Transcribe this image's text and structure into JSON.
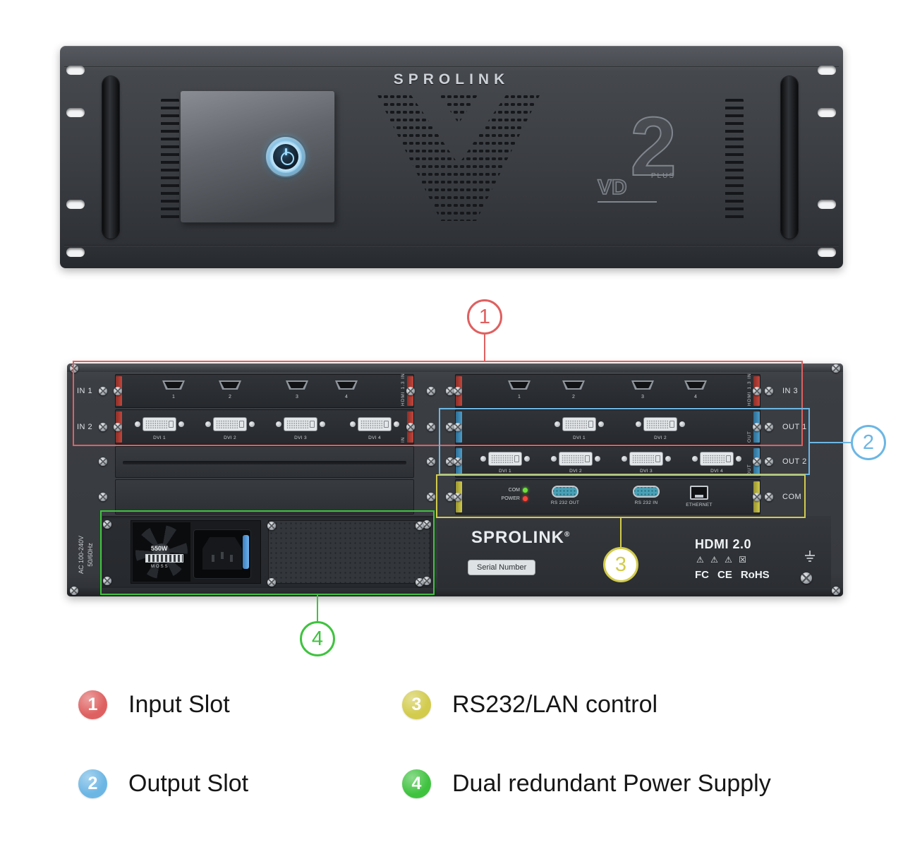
{
  "front_panel": {
    "brand": "SPROLINK",
    "logo": {
      "number": "2",
      "vd": "VD",
      "plus": "PLUS"
    }
  },
  "rear_panel": {
    "rail_labels": {
      "in1": "IN 1",
      "in2": "IN 2",
      "in3": "IN 3",
      "out1": "OUT 1",
      "out2": "OUT 2",
      "com": "COM"
    },
    "hdmi_card_left": {
      "ports": [
        "1",
        "2",
        "3",
        "4"
      ],
      "vertical_label": "HDMI 1.3 IN"
    },
    "hdmi_card_right": {
      "ports": [
        "1",
        "2",
        "3",
        "4"
      ],
      "vertical_label": "HDMI 1.3 IN"
    },
    "dvi_in_card": {
      "ports": [
        "DVI 1",
        "DVI 2",
        "DVI 3",
        "DVI 4"
      ],
      "vertical_label": "IN"
    },
    "dvi_out_card_2": {
      "ports": [
        "DVI 1",
        "DVI 2"
      ],
      "vertical_label": "OUT"
    },
    "dvi_out_card_4": {
      "ports": [
        "DVI 1",
        "DVI 2",
        "DVI 3",
        "DVI 4"
      ],
      "vertical_label": "OUT"
    },
    "com_card": {
      "led_com_label": "COM",
      "led_power_label": "POWER",
      "rs232_out_label": "RS 232 OUT",
      "rs232_in_label": "RS 232 IN",
      "ethernet_label": "ETHERNET"
    },
    "psu": {
      "wattage": "550W",
      "model": "MOSS",
      "ac_rating_line1": "AC 100-240V",
      "ac_rating_line2": "50/60Hz"
    },
    "branding": {
      "brand": "SPROLINK",
      "registered": "®",
      "serial_label": "Serial Number",
      "hdmi_logo": "HDMI 2.0",
      "warning_marks": "⚠ ⚠ ⚠ ☒",
      "cert_fcc": "FC",
      "cert_ce": "CE",
      "cert_rohs": "RoHS"
    }
  },
  "annotations": [
    {
      "number": "1",
      "label": "Input Slot",
      "color": "#df6060"
    },
    {
      "number": "2",
      "label": "Output Slot",
      "color": "#6cb6e4"
    },
    {
      "number": "3",
      "label": "RS232/LAN control",
      "color": "#d2cb4c"
    },
    {
      "number": "4",
      "label": "Dual redundant Power Supply",
      "color": "#3fc33f"
    }
  ]
}
